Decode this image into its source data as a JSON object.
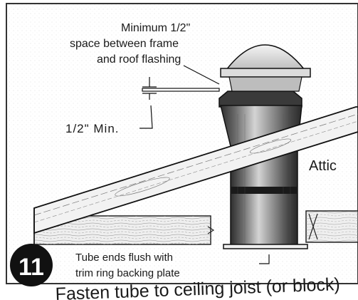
{
  "annotations": {
    "top_note_line1": "Minimum 1/2\"",
    "top_note_line2": "space between frame",
    "top_note_line3": "and roof flashing",
    "min_gap": "1/2\"  Min.",
    "attic": "Attic",
    "bottom_note_line1": "Tube ends flush with",
    "bottom_note_line2": "trim ring backing plate"
  },
  "step_number": "11",
  "caption": "Fasten tube to ceiling joist (or block)",
  "colors": {
    "ink": "#1a1a1a",
    "tube_light": "#d9d9d9",
    "tube_dark": "#3a3a3a",
    "wood": "#ececec",
    "badge": "#111111"
  }
}
